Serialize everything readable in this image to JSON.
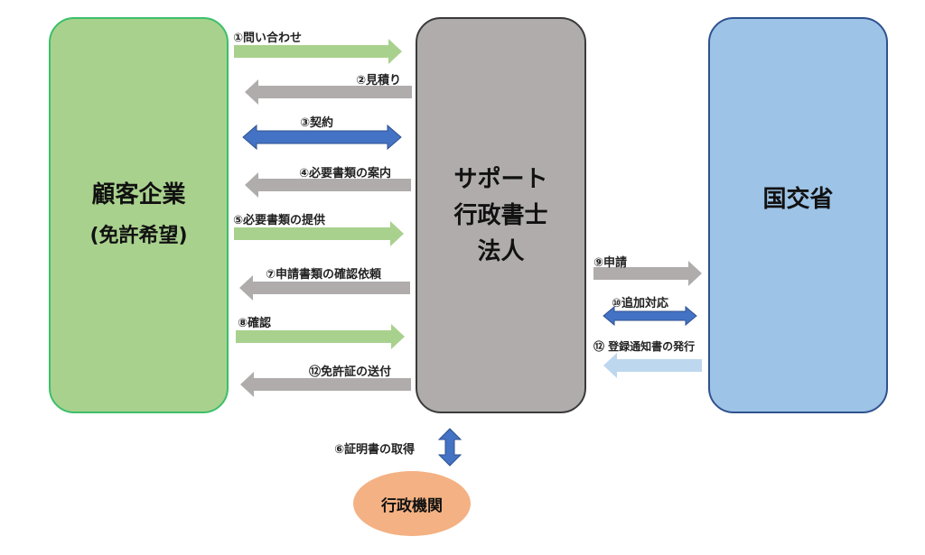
{
  "nodes": {
    "client": {
      "title": "顧客企業",
      "subtitle": "(免許希望)"
    },
    "support": {
      "lines": [
        "サポート",
        "行政書士",
        "法人"
      ]
    },
    "mlit": {
      "title": "国交省"
    },
    "agency": {
      "title": "行政機関"
    }
  },
  "flows": [
    {
      "step": "①",
      "label": "①問い合わせ",
      "from": "client",
      "to": "support",
      "direction": "right",
      "color": "#a9d18e"
    },
    {
      "step": "②",
      "label": "②見積り",
      "from": "support",
      "to": "client",
      "direction": "left",
      "color": "#b0acac"
    },
    {
      "step": "③",
      "label": "③契約",
      "from": "client",
      "to": "support",
      "direction": "both",
      "color": "#4472c4"
    },
    {
      "step": "④",
      "label": "④必要書類の案内",
      "from": "support",
      "to": "client",
      "direction": "left",
      "color": "#b0acac"
    },
    {
      "step": "⑤",
      "label": "⑤必要書類の提供",
      "from": "client",
      "to": "support",
      "direction": "right",
      "color": "#a9d18e"
    },
    {
      "step": "⑦",
      "label": "⑦申請書類の確認依頼",
      "from": "support",
      "to": "client",
      "direction": "left",
      "color": "#b0acac"
    },
    {
      "step": "⑧",
      "label": "⑧確認",
      "from": "client",
      "to": "support",
      "direction": "right",
      "color": "#a9d18e"
    },
    {
      "step": "⑫",
      "label": "⑫免許証の送付",
      "from": "support",
      "to": "client",
      "direction": "left",
      "color": "#b0acac"
    },
    {
      "step": "⑨",
      "label": "⑨申請",
      "from": "support",
      "to": "mlit",
      "direction": "right",
      "color": "#b0acac"
    },
    {
      "step": "⑩",
      "label": "⑩追加対応",
      "from": "support",
      "to": "mlit",
      "direction": "both",
      "color": "#4472c4"
    },
    {
      "step": "⑫",
      "label": "⑫ 登録通知書の発行",
      "from": "mlit",
      "to": "support",
      "direction": "left",
      "color": "#bdd7ee"
    },
    {
      "step": "⑥",
      "label": "⑥証明書の取得",
      "from": "support",
      "to": "agency",
      "direction": "vertical-both",
      "color": "#4472c4"
    }
  ]
}
